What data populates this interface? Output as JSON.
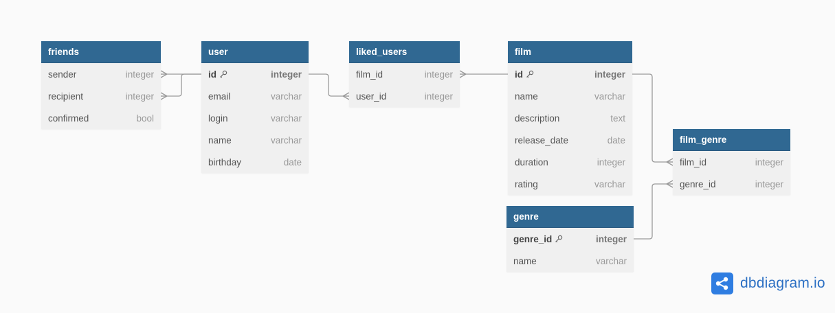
{
  "tables": {
    "friends": {
      "name": "friends",
      "fields": [
        {
          "name": "sender",
          "type": "integer"
        },
        {
          "name": "recipient",
          "type": "integer"
        },
        {
          "name": "confirmed",
          "type": "bool"
        }
      ]
    },
    "user": {
      "name": "user",
      "fields": [
        {
          "name": "id",
          "type": "integer",
          "pk": true
        },
        {
          "name": "email",
          "type": "varchar"
        },
        {
          "name": "login",
          "type": "varchar"
        },
        {
          "name": "name",
          "type": "varchar"
        },
        {
          "name": "birthday",
          "type": "date"
        }
      ]
    },
    "liked_users": {
      "name": "liked_users",
      "fields": [
        {
          "name": "film_id",
          "type": "integer"
        },
        {
          "name": "user_id",
          "type": "integer"
        }
      ]
    },
    "film": {
      "name": "film",
      "fields": [
        {
          "name": "id",
          "type": "integer",
          "pk": true
        },
        {
          "name": "name",
          "type": "varchar"
        },
        {
          "name": "description",
          "type": "text"
        },
        {
          "name": "release_date",
          "type": "date"
        },
        {
          "name": "duration",
          "type": "integer"
        },
        {
          "name": "rating",
          "type": "varchar"
        }
      ]
    },
    "film_genre": {
      "name": "film_genre",
      "fields": [
        {
          "name": "film_id",
          "type": "integer"
        },
        {
          "name": "genre_id",
          "type": "integer"
        }
      ]
    },
    "genre": {
      "name": "genre",
      "fields": [
        {
          "name": "genre_id",
          "type": "integer",
          "pk": true
        },
        {
          "name": "name",
          "type": "varchar"
        }
      ]
    }
  },
  "relationships": [
    {
      "from": "friends.sender",
      "to": "user.id",
      "from_card": "many",
      "to_card": "one"
    },
    {
      "from": "friends.recipient",
      "to": "user.id",
      "from_card": "many",
      "to_card": "one"
    },
    {
      "from": "liked_users.user_id",
      "to": "user.id",
      "from_card": "many",
      "to_card": "one"
    },
    {
      "from": "liked_users.film_id",
      "to": "film.id",
      "from_card": "many",
      "to_card": "one"
    },
    {
      "from": "film_genre.film_id",
      "to": "film.id",
      "from_card": "many",
      "to_card": "one"
    },
    {
      "from": "film_genre.genre_id",
      "to": "genre.genre_id",
      "from_card": "many",
      "to_card": "one"
    }
  ],
  "branding": {
    "name": "dbdiagram.io",
    "icon": "share-nodes-icon"
  },
  "colors": {
    "header": "#306892",
    "body": "#f0f0f0",
    "background": "#fafafa",
    "link": "#9a9a9a",
    "brand": "#2f7de1"
  }
}
